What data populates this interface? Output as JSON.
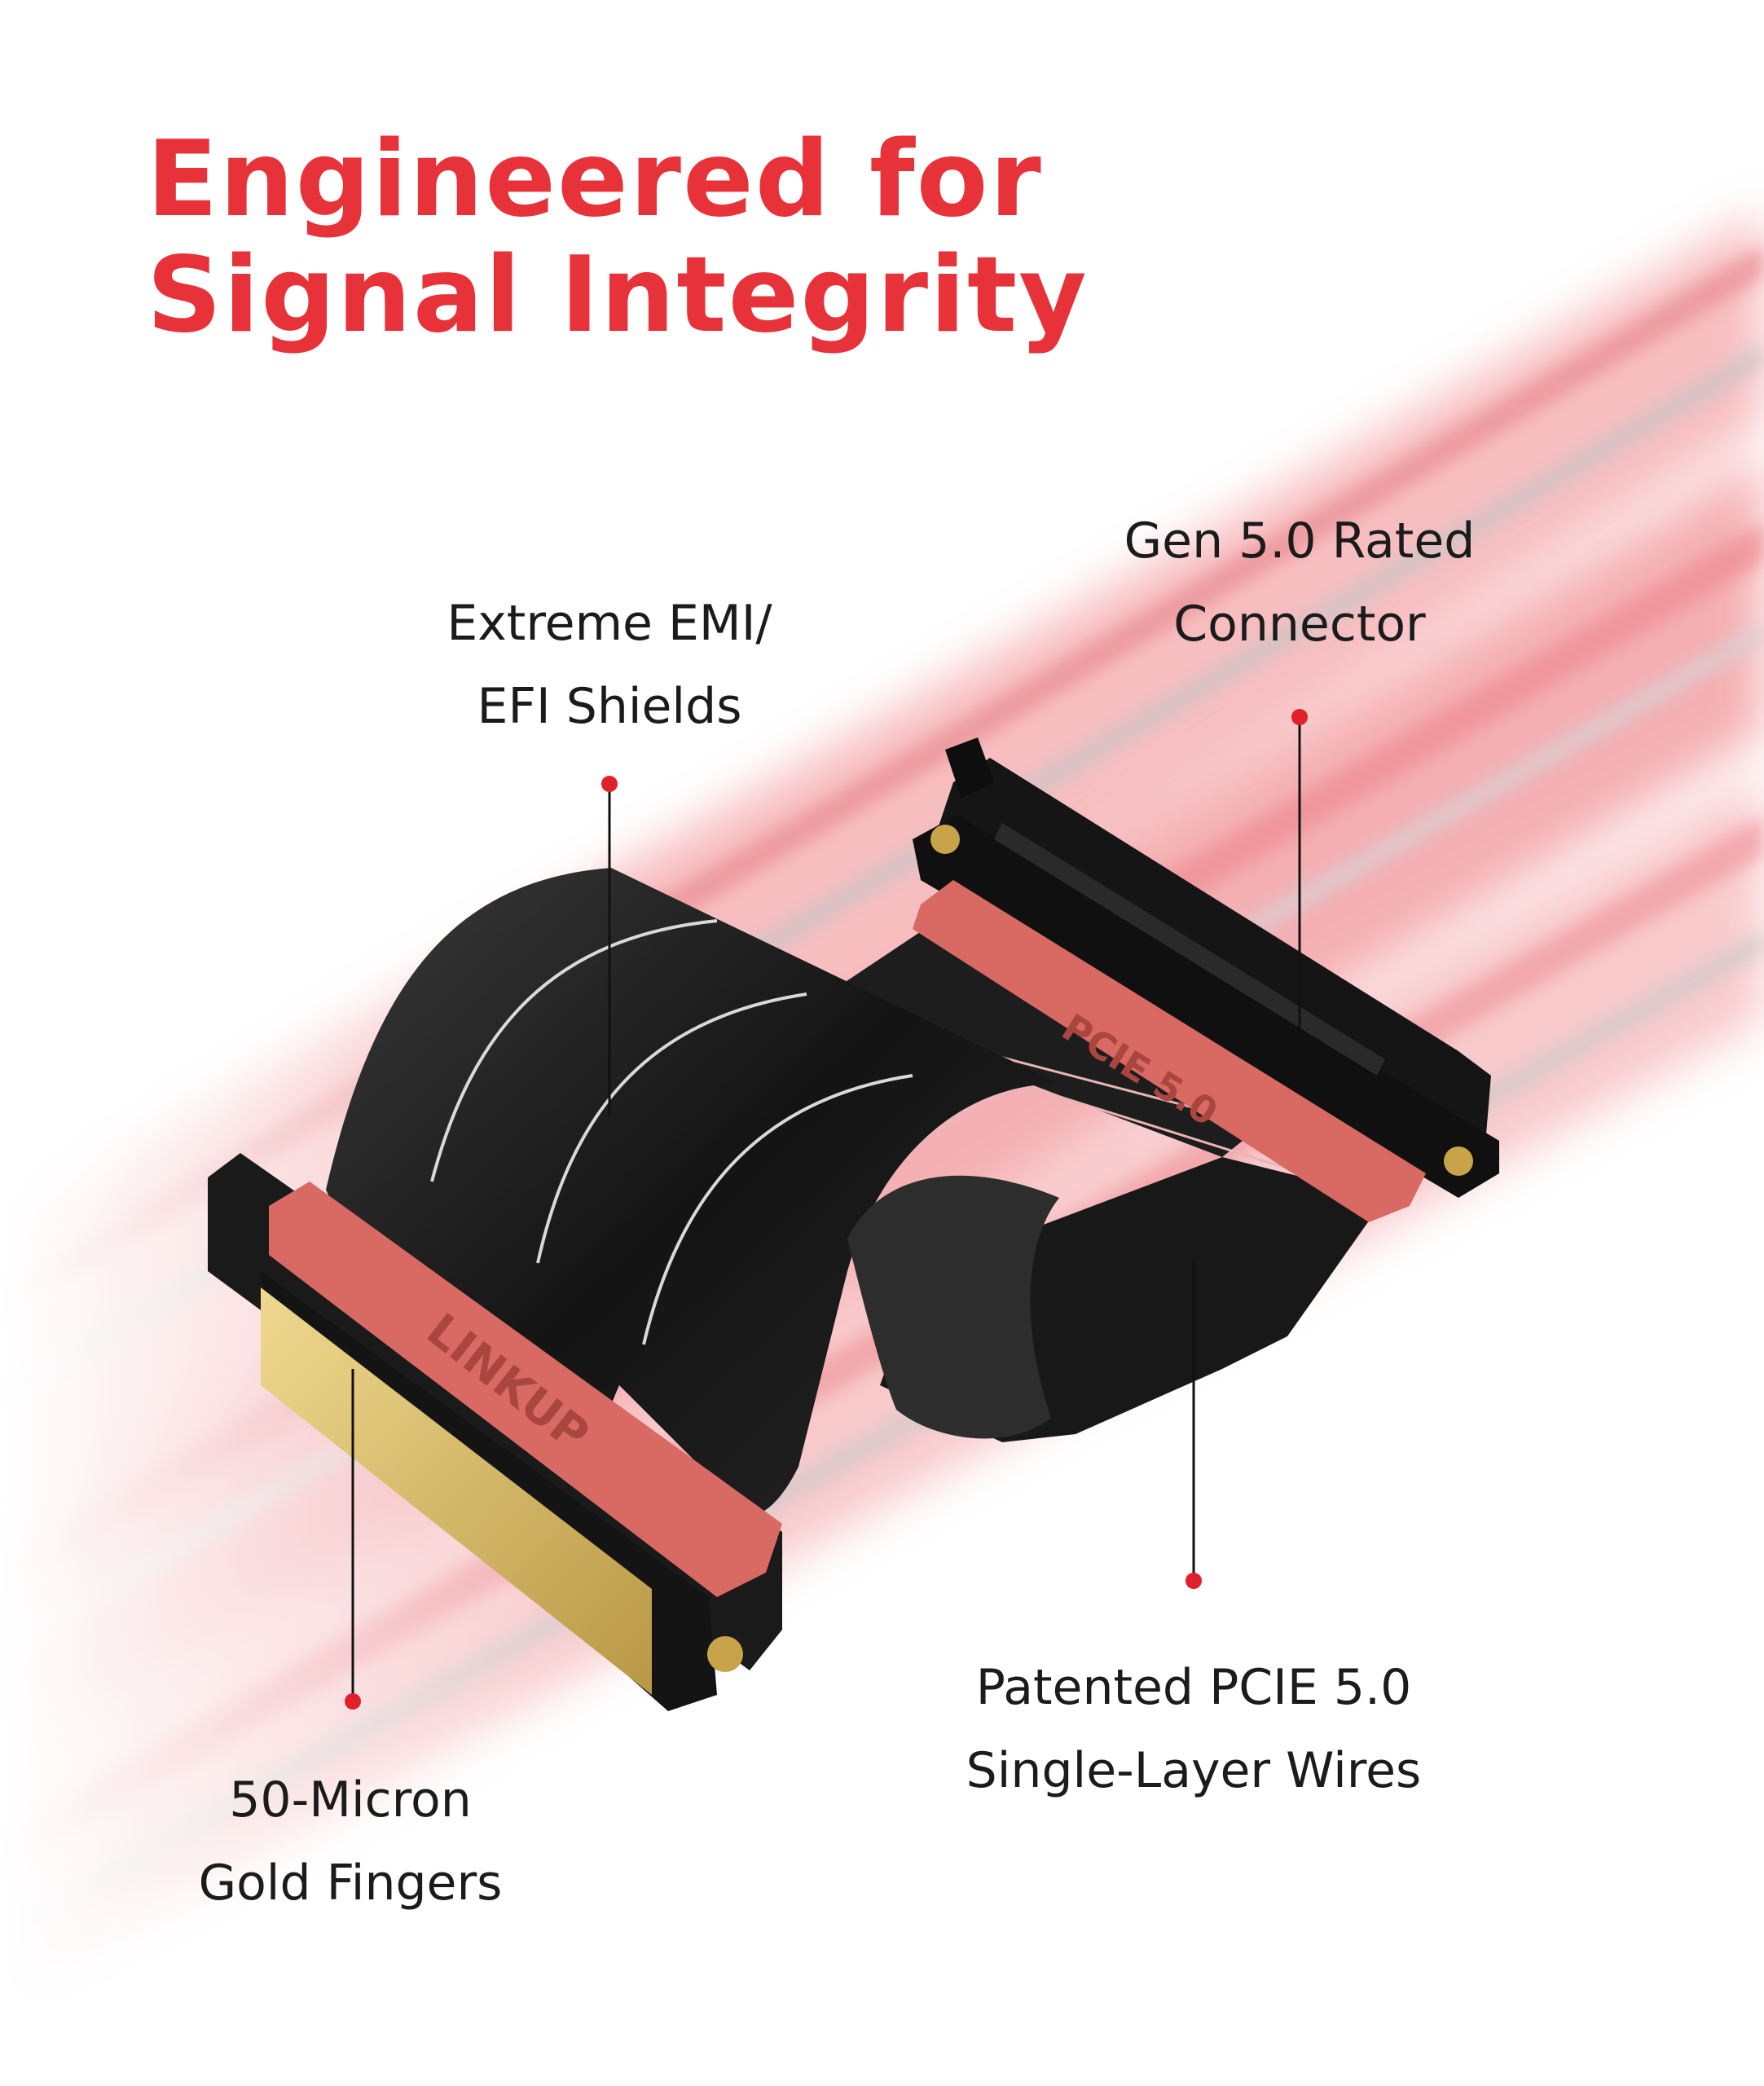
{
  "page": {
    "title_line1": "Engineered for",
    "title_line2": "Signal Integrity"
  },
  "callouts": {
    "emi": {
      "line1": "Extreme EMI/",
      "line2": "EFI Shields"
    },
    "connector": {
      "line1": "Gen 5.0 Rated",
      "line2": "Connector"
    },
    "wires": {
      "line1": "Patented PCIE 5.0",
      "line2": "Single-Layer Wires"
    },
    "gold": {
      "line1": "50-Micron",
      "line2": "Gold Fingers"
    }
  },
  "product": {
    "riser_text": "PCIE 5.0",
    "brand_text": "LINKUP"
  },
  "colors": {
    "title": "#e8323a",
    "text": "#1b1b1b",
    "accent": "#e0202a",
    "cable": "#161616",
    "riser": "#d86a63",
    "gold": "#d9bd6b"
  }
}
